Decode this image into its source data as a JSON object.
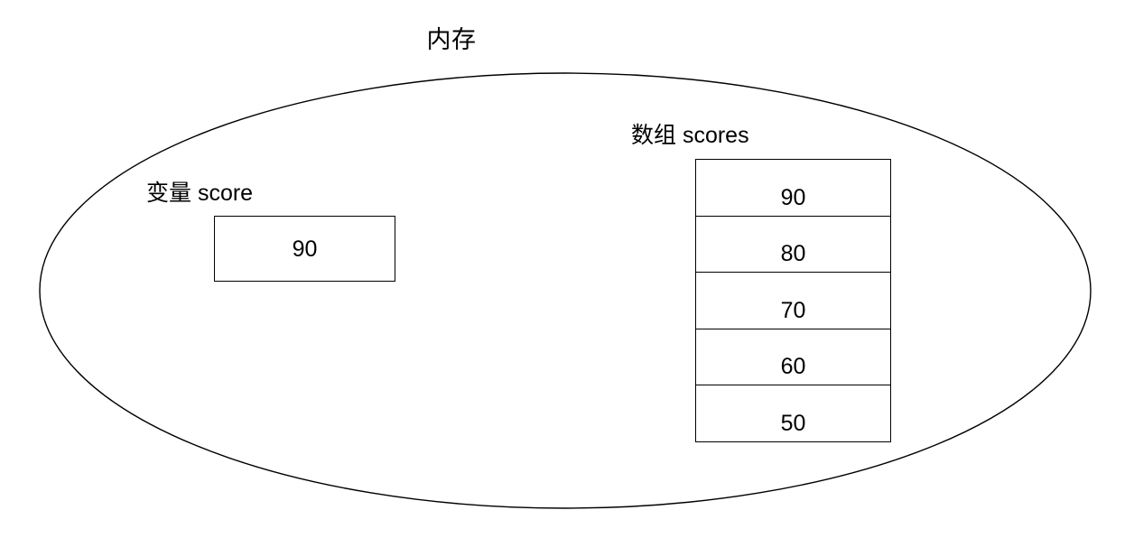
{
  "diagram": {
    "title": "内存",
    "container_shape": "ellipse",
    "variable": {
      "label": "变量 score",
      "value": "90"
    },
    "array": {
      "label": "数组 scores",
      "cells": [
        {
          "value": "90"
        },
        {
          "value": "80"
        },
        {
          "value": "70"
        },
        {
          "value": "60"
        },
        {
          "value": "50"
        }
      ]
    },
    "colors": {
      "background": "#ffffff",
      "stroke": "#000000",
      "text": "#000000"
    }
  }
}
